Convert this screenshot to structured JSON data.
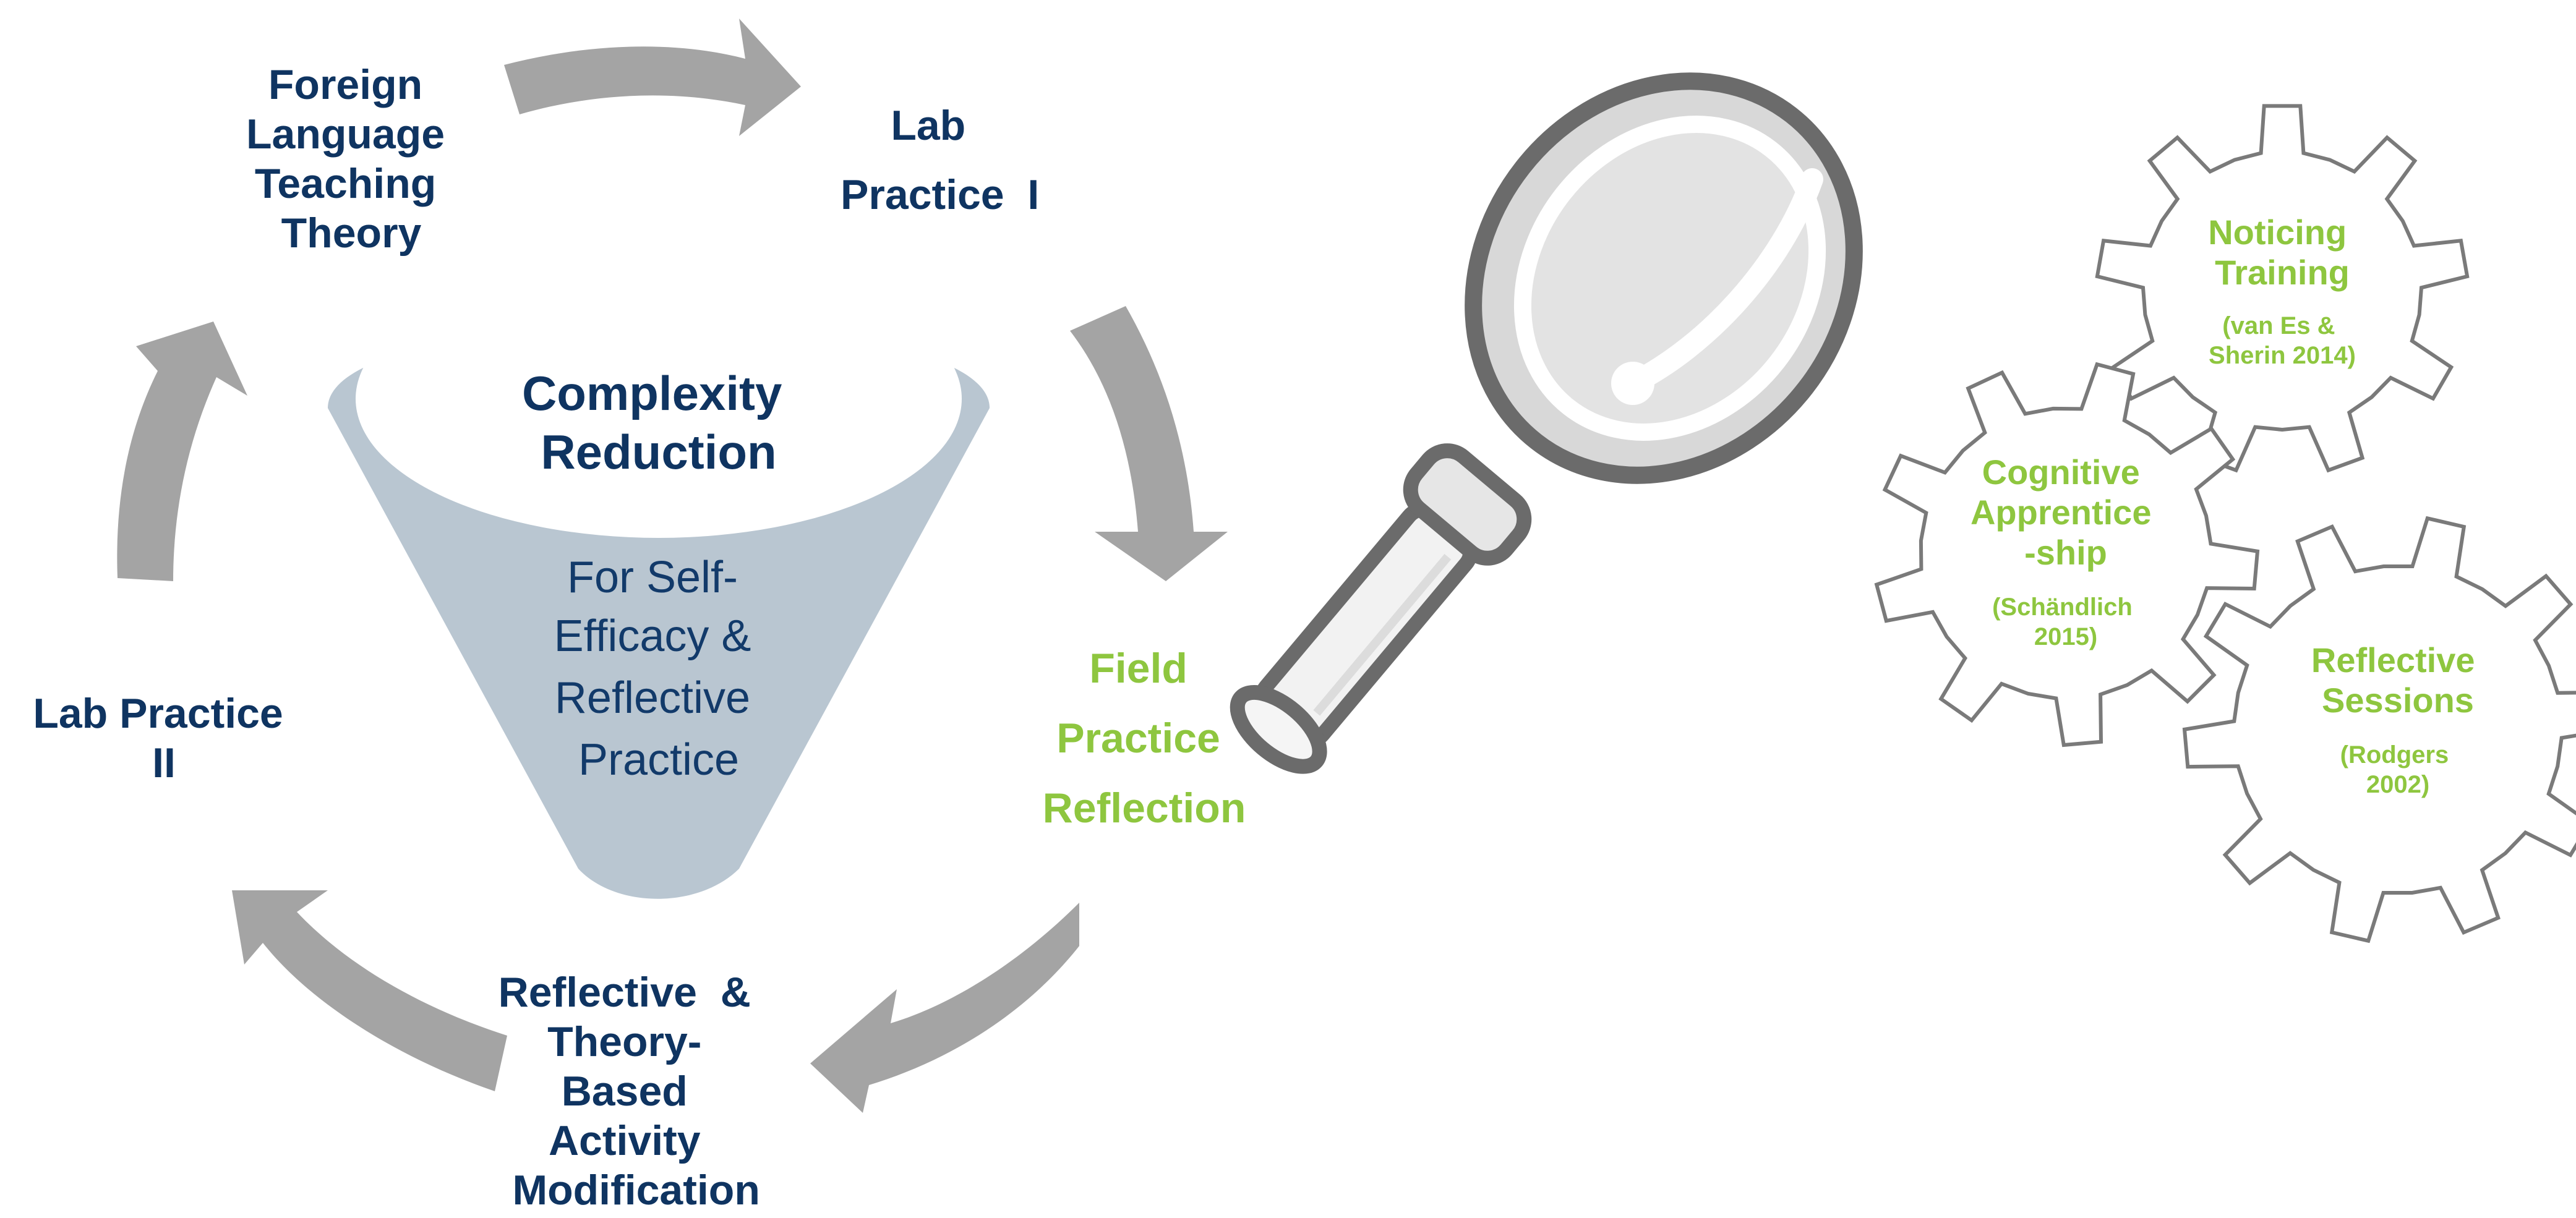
{
  "cycle": {
    "foreign_language_teaching_theory": [
      "Foreign",
      "Language",
      "Teaching",
      "Theory"
    ],
    "lab_practice_1": [
      "Lab",
      "Practice  I"
    ],
    "field_practice_reflection": [
      "Field",
      "Practice",
      "Reflection"
    ],
    "reflective_theory_modification": [
      "Reflective  &",
      "Theory-",
      "Based",
      "Activity",
      "Modification"
    ],
    "lab_practice_2": [
      "Lab Practice",
      "II"
    ]
  },
  "funnel": {
    "title": [
      "Complexity",
      "Reduction"
    ],
    "subtitle": [
      "For Self-",
      "Efficacy &",
      "Reflective",
      "Practice"
    ]
  },
  "gears": {
    "noticing": {
      "title": [
        "Noticing",
        "Training"
      ],
      "ref": [
        "(van Es &",
        "Sherin 2014)"
      ]
    },
    "cognitive": {
      "title": [
        "Cognitive",
        "Apprentice",
        "-ship"
      ],
      "ref": [
        "(Schändlich",
        "2015)"
      ]
    },
    "reflective": {
      "title": [
        "Reflective",
        "Sessions"
      ],
      "ref": [
        "(Rodgers",
        "2002)"
      ]
    }
  },
  "colors": {
    "navy": "#0f3461",
    "green": "#8ec63f",
    "arrow_gray": "#a4a4a4",
    "funnel": "#b9c6d1"
  }
}
